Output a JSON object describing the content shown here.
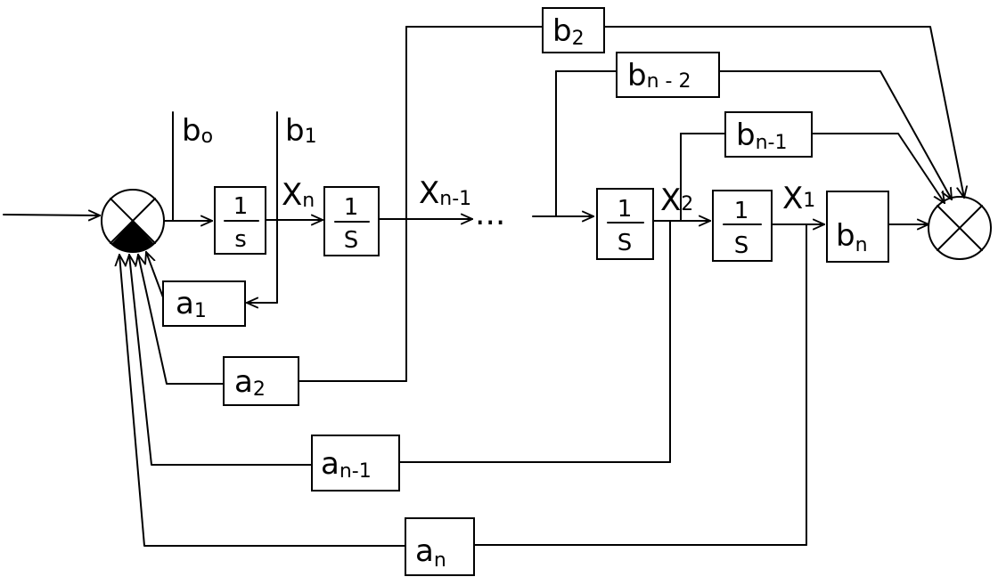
{
  "integrator": {
    "numerator": "1",
    "denominator": "S"
  },
  "integrator_first": {
    "numerator": "1",
    "denominator": "s"
  },
  "states": {
    "xn": {
      "base": "X",
      "sub": "n"
    },
    "xn1": {
      "base": "X",
      "sub": "n-1"
    },
    "x2": {
      "base": "X",
      "sub": "2"
    },
    "x1": {
      "base": "X",
      "sub": "1"
    }
  },
  "ellipsis": "...",
  "b_coeffs": {
    "b0": {
      "base": "b",
      "sub": "o"
    },
    "b1": {
      "base": "b",
      "sub": "1"
    },
    "b2": {
      "base": "b",
      "sub": "2"
    },
    "bn2": {
      "base": "b",
      "sub": "n - 2"
    },
    "bn1": {
      "base": "b",
      "sub": "n-1"
    },
    "bn": {
      "base": "b",
      "sub": "n"
    }
  },
  "a_coeffs": {
    "a1": {
      "base": "a",
      "sub": "1"
    },
    "a2": {
      "base": "a",
      "sub": "2"
    },
    "an1": {
      "base": "a",
      "sub": "n-1"
    },
    "an": {
      "base": "a",
      "sub": "n"
    }
  }
}
